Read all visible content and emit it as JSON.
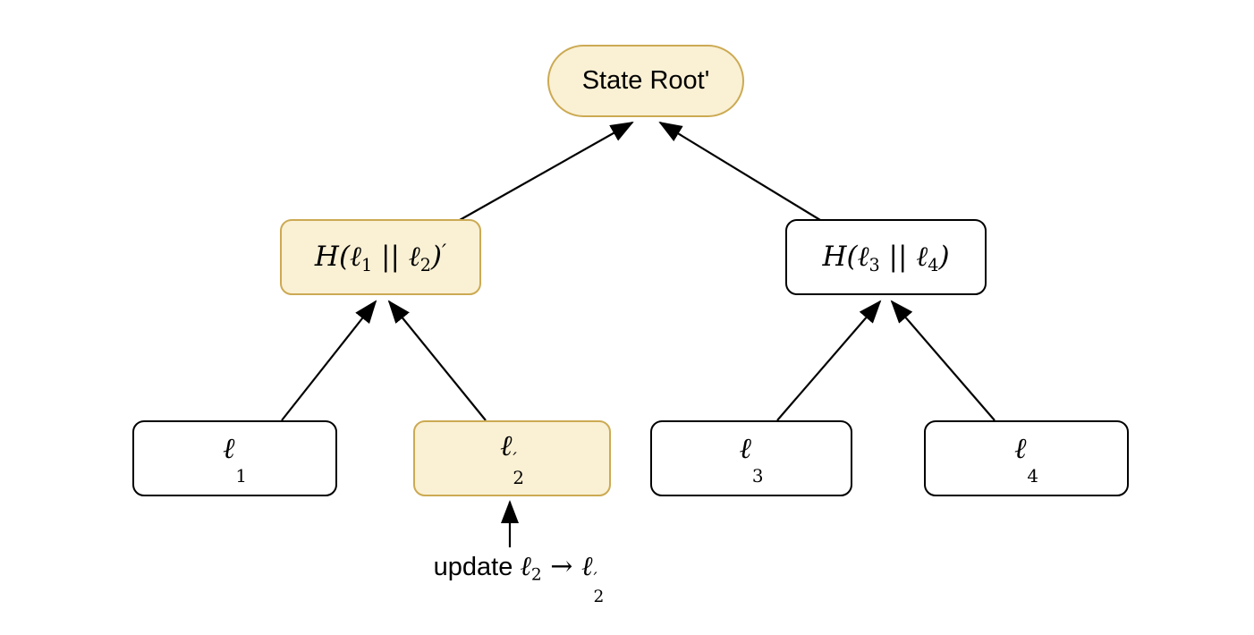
{
  "palette": {
    "background": "#FFFFFF",
    "highlight_fill": "#FAF0D4",
    "highlight_stroke": "#CCAA53",
    "plain_fill": "#FFFFFF",
    "plain_stroke": "#000000",
    "edge_color": "#000000",
    "text_color": "#000000"
  },
  "tree": {
    "root": {
      "label": "State Root'"
    },
    "internal": [
      {
        "pre": "H(ℓ",
        "sub1": "1",
        "mid": " || ℓ",
        "sub2": "2",
        "close": ")",
        "prime": "′"
      },
      {
        "pre": "H(ℓ",
        "sub1": "3",
        "mid": " || ℓ",
        "sub2": "4",
        "close": ")",
        "prime": ""
      }
    ],
    "leaves": [
      {
        "base": "ℓ",
        "sub": "1",
        "prime": ""
      },
      {
        "base": "ℓ",
        "sub": "2",
        "prime": "′"
      },
      {
        "base": "ℓ",
        "sub": "3",
        "prime": ""
      },
      {
        "base": "ℓ",
        "sub": "4",
        "prime": ""
      }
    ]
  },
  "annotation": {
    "prefix": "update ",
    "from_base": "ℓ",
    "from_sub": "2",
    "arrow_glyph": " → ",
    "to_base": "ℓ",
    "to_sub": "2",
    "to_prime": "′"
  }
}
